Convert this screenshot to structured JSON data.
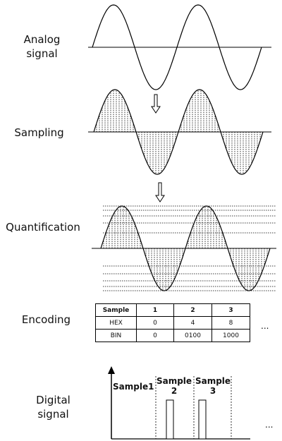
{
  "stages": {
    "analog": "Analog\nsignal",
    "sampling": "Sampling",
    "quantification": "Quantification",
    "encoding": "Encoding",
    "digital": "Digital\nsignal"
  },
  "encoding_table": {
    "header": [
      "Sample",
      "1",
      "2",
      "3"
    ],
    "rows": [
      [
        "HEX",
        "0",
        "4",
        "8"
      ],
      [
        "BIN",
        "0",
        "0100",
        "1000"
      ]
    ]
  },
  "ellipsis": "...",
  "digital_samples": [
    "Sample1",
    "Sample\n2",
    "Sample\n3"
  ],
  "colors": {
    "line": "#000000",
    "background": "#ffffff"
  }
}
